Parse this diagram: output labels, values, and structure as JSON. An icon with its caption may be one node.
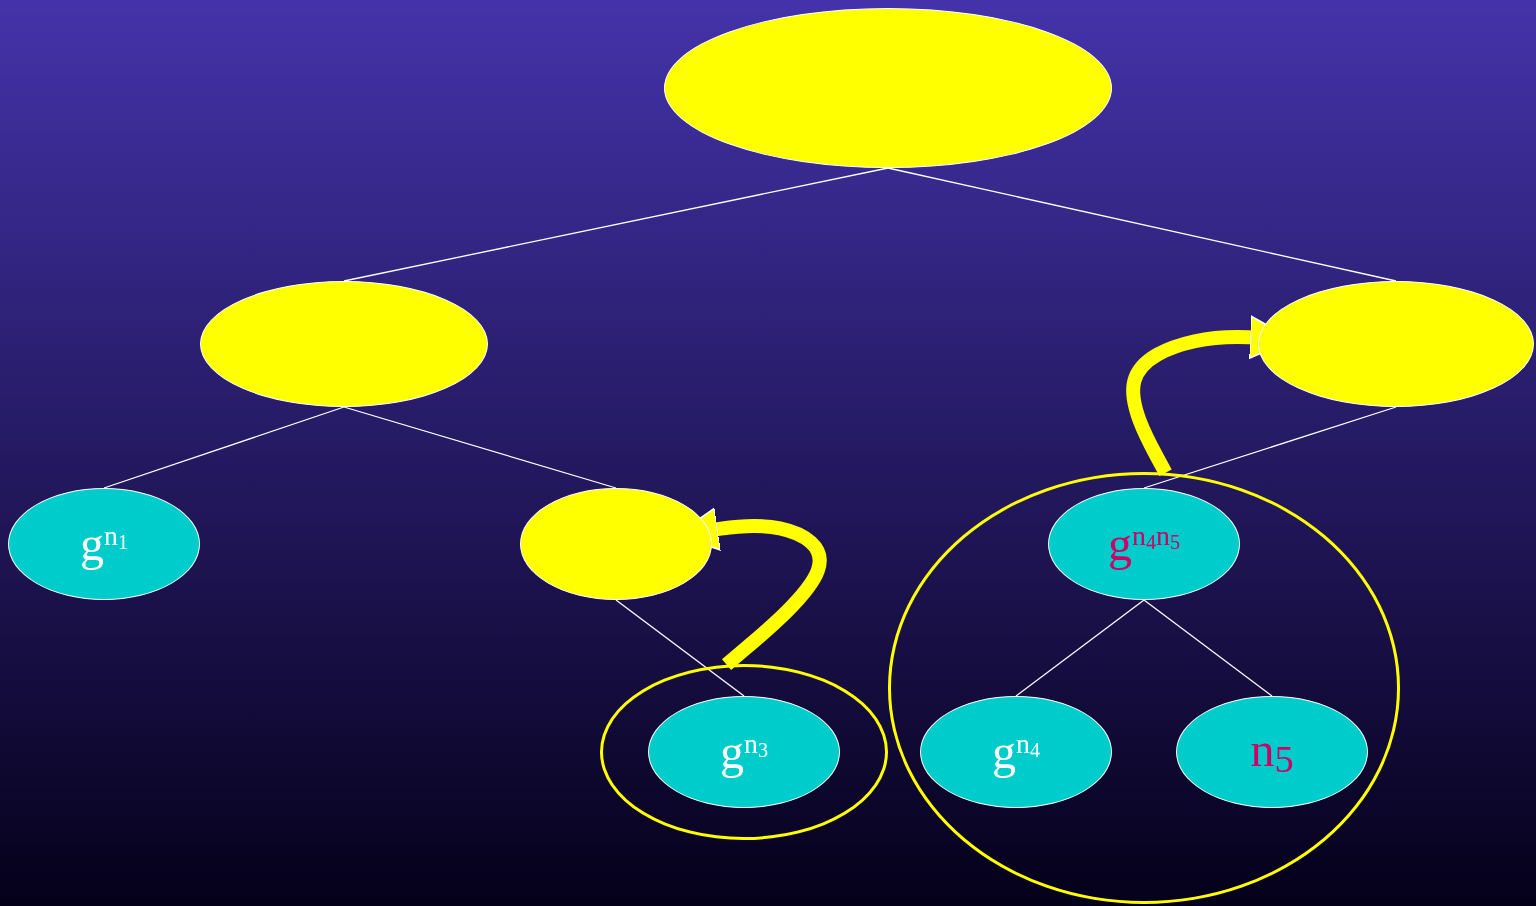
{
  "diagram": {
    "nodes": [
      {
        "text": [],
        "shape": "circle"
      },
      {
        "text": [],
        "shape": "circle"
      },
      {
        "text": [],
        "shape": "circle"
      },
      {
        "text": [
          "g$^{n}$$_{1}$"
        ]
      },
      {
        "text": [],
        "shape": "circle"
      },
      {
        "text": [],
        "shape": "circle"
      },
      {
        "text": [
          "g$^{n}$$_{3}$"
        ],
        "in": 5
      },
      {
        "text": [],
        "shape": "circle"
      },
      {
        "text": [
          "g$^{n}$$_{4}$$^{n}$$_{5}$"
        ],
        "in": 7
      },
      {
        "text": [
          "g$^{n}$$_{4}$"
        ],
        "in": 7
      },
      {
        "text": [
          "n$_{5}$"
        ],
        "in": 7
      }
    ],
    "edges": [
      {
        "from": 0,
        "to": 1,
        "arrow": "none"
      },
      {
        "from": 0,
        "to": 2,
        "arrow": "none"
      },
      {
        "from": 1,
        "to": 3,
        "arrow": "none"
      },
      {
        "from": 1,
        "to": 4,
        "arrow": "none"
      },
      {
        "from": 4,
        "to": 6,
        "arrow": "none"
      },
      {
        "from": 2,
        "to": 8,
        "arrow": "none"
      },
      {
        "from": 8,
        "to": 9,
        "arrow": "none"
      },
      {
        "from": 8,
        "to": 10,
        "arrow": "none"
      },
      {
        "from": 5,
        "to": 4,
        "arrow": "to",
        "style": "thick",
        "color": "#ffff00"
      },
      {
        "from": 7,
        "to": 2,
        "arrow": "to",
        "style": "thick",
        "color": "#ffff00"
      }
    ]
  }
}
